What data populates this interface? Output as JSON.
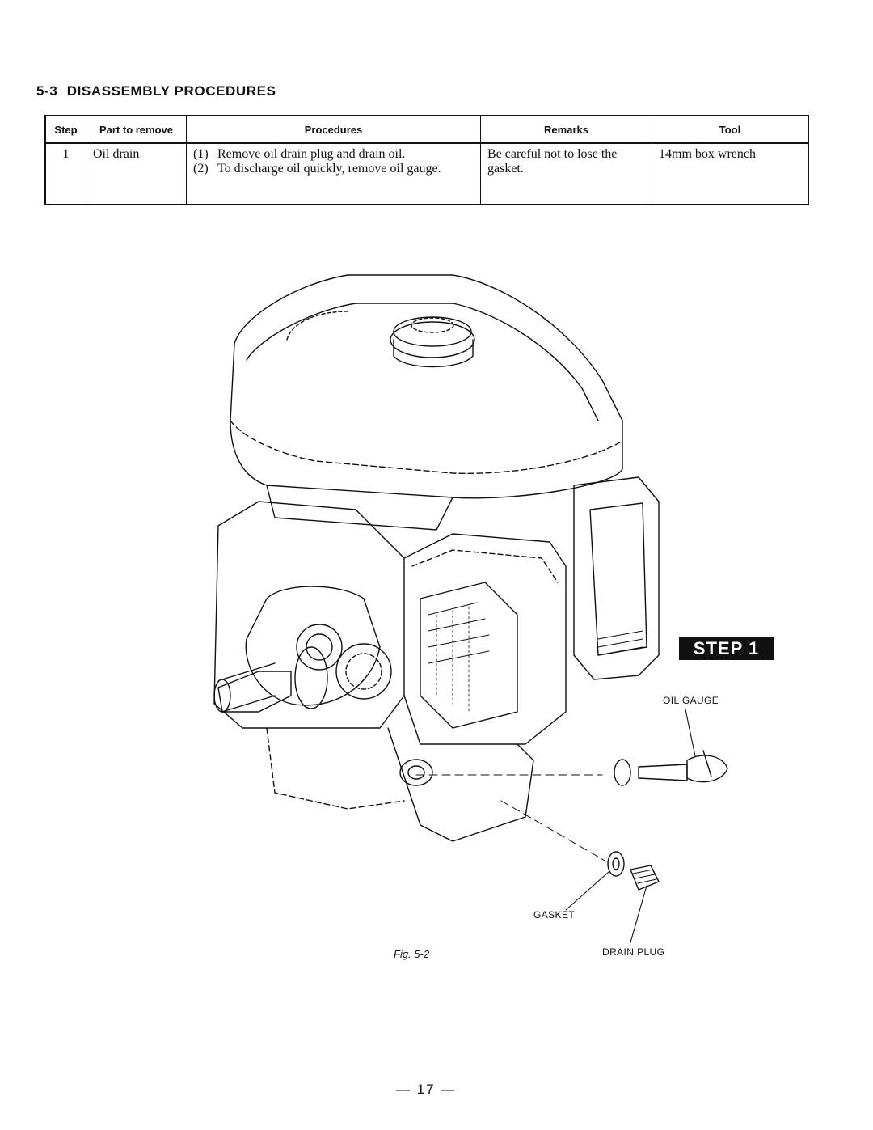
{
  "section": {
    "number": "5-3",
    "title": "DISASSEMBLY PROCEDURES"
  },
  "table": {
    "headers": [
      "Step",
      "Part to remove",
      "Procedures",
      "Remarks",
      "Tool"
    ],
    "row": {
      "step": "1",
      "part": "Oil drain",
      "procedures": [
        {
          "num": "(1)",
          "text": "Remove oil drain plug and drain oil."
        },
        {
          "num": "(2)",
          "text": "To discharge oil quickly, remove oil gauge."
        }
      ],
      "remarks": "Be careful not to lose the gasket.",
      "tool": "14mm box wrench"
    }
  },
  "figure": {
    "step_badge": "STEP 1",
    "labels": {
      "oil_gauge": "OIL GAUGE",
      "gasket": "GASKET",
      "drain_plug": "DRAIN PLUG"
    },
    "caption": "Fig. 5-2"
  },
  "page_number": "— 17 —"
}
